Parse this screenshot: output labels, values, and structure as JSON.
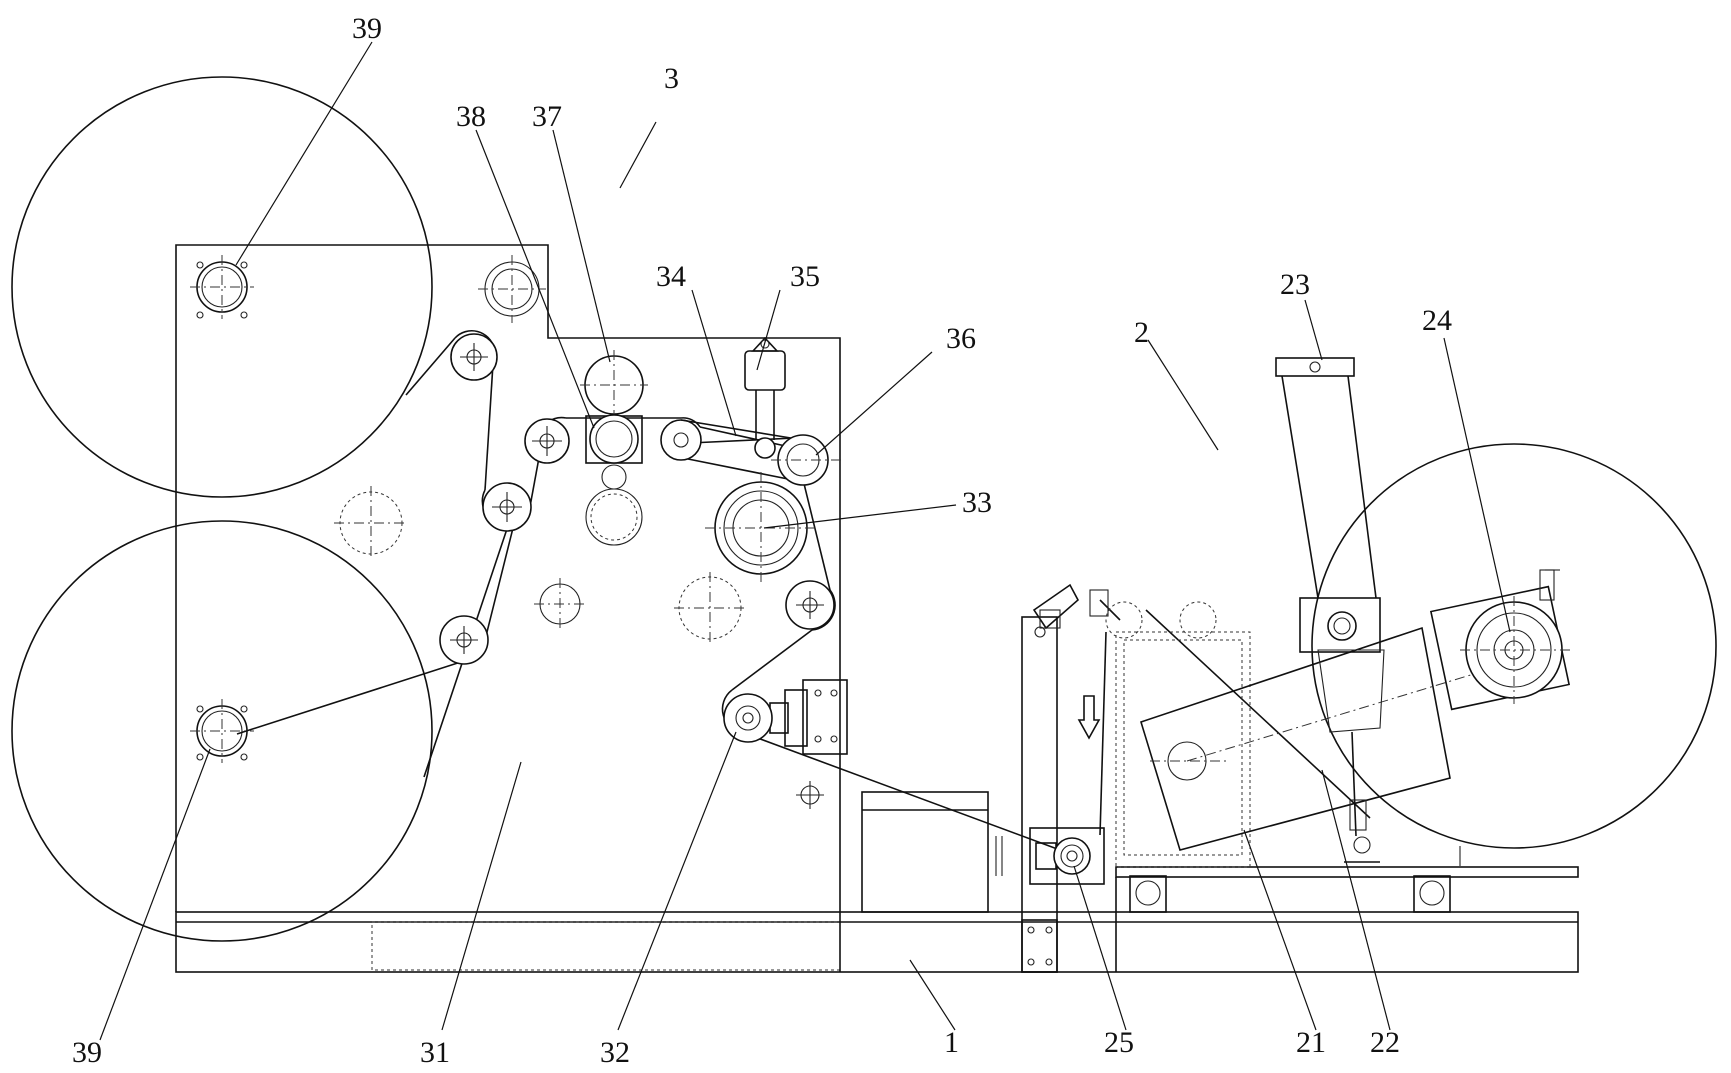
{
  "labels": {
    "l39a": "39",
    "l3": "3",
    "l38": "38",
    "l37": "37",
    "l34": "34",
    "l35": "35",
    "l36": "36",
    "l33": "33",
    "l2": "2",
    "l23": "23",
    "l24": "24",
    "l39b": "39",
    "l31": "31",
    "l32": "32",
    "l1": "1",
    "l25": "25",
    "l21": "21",
    "l22": "22"
  },
  "direction_arrow": "down-arrow-icon"
}
